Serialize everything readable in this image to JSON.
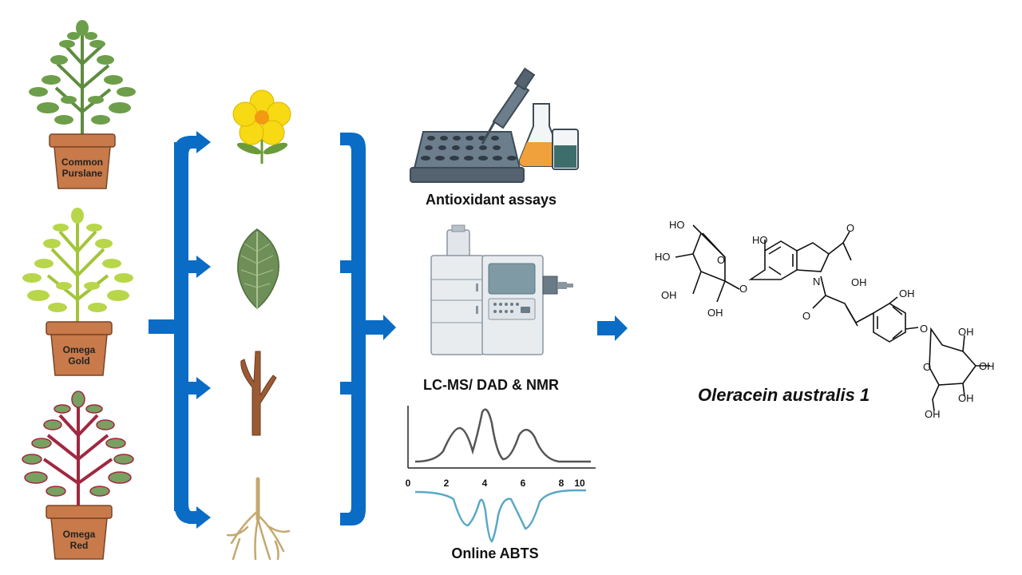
{
  "plants": [
    {
      "label_line1": "Common",
      "label_line2": "Purslane",
      "leaf_color": "#6d9f4a",
      "stem_color": "#5e8c3e"
    },
    {
      "label_line1": "Omega",
      "label_line2": "Gold",
      "leaf_color": "#b8d64a",
      "stem_color": "#a4c43a"
    },
    {
      "label_line1": "Omega",
      "label_line2": "Red",
      "leaf_color": "#78a060",
      "stem_color": "#a02840"
    }
  ],
  "plant_parts": [
    "flower-icon",
    "leaf-icon",
    "stem-icon",
    "root-icon"
  ],
  "methods": {
    "assays": "Antioxidant assays",
    "lcms": "LC-MS/ DAD & NMR",
    "abts": "Online ABTS"
  },
  "chromatogram": {
    "x_ticks": [
      "0",
      "2",
      "4",
      "6",
      "8",
      "10"
    ]
  },
  "compound": {
    "name": "Oleracein australis 1",
    "atoms": {
      "ho_top": "HO",
      "ho_ring": "HO",
      "ho_sugar_left": "HO",
      "oh_acid": "OH",
      "oh_sugar_1": "OH",
      "oh_sugar_2": "OH",
      "oh_phenol": "OH",
      "oh_s2_1": "OH",
      "oh_s2_2": "OH",
      "oh_s2_3": "OH",
      "oh_s2_4": "OH",
      "o_ring1": "O",
      "o_link1": "O",
      "o_acid": "O",
      "n_atom": "N",
      "o_amide": "O",
      "o_link2": "O",
      "o_ring2": "O"
    }
  },
  "colors": {
    "arrow_blue": "#0a6cc4",
    "pot": "#c87a4a",
    "abts_trace": "#5aa8c8",
    "lc_trace": "#555555"
  }
}
